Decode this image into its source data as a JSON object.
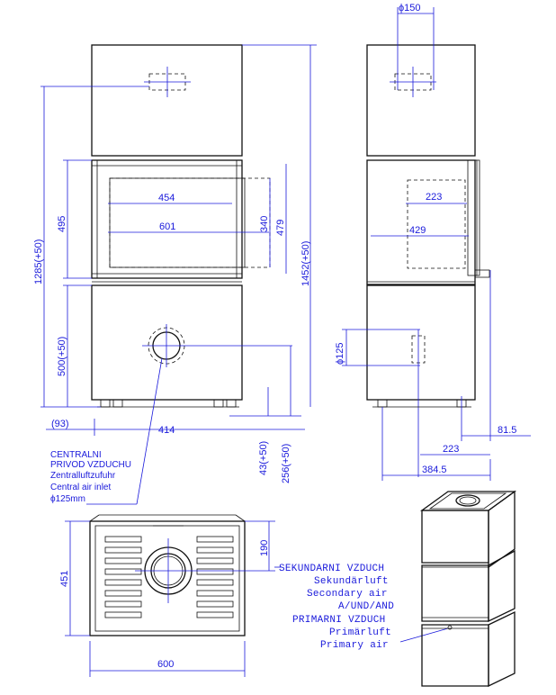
{
  "front_view": {
    "dims": {
      "total_height": "1452(+50)",
      "to_inlet_top": "1285(+50)",
      "door_height": "495",
      "base_height": "500(+50)",
      "glass_width_inner": "454",
      "glass_width_outer": "601",
      "glass_height_inner": "340",
      "glass_height_outer": "479",
      "left_offset": "(93)",
      "inlet_offset": "414",
      "feet_height": "43(+50)",
      "inlet_height": "256(+50)"
    },
    "inlet_note": {
      "line1": "CENTRALNI",
      "line2": "PRIVOD VZDUCHU",
      "line3": "Zentralluftzufuhr",
      "line4": "Central air inlet",
      "line5": "ϕ125mm"
    }
  },
  "side_view": {
    "dims": {
      "flue_diameter": "ϕ150",
      "glass_inner": "223",
      "glass_outer": "429",
      "inlet_diameter": "ϕ125",
      "right_offset": "81.5",
      "inlet_offset": "223",
      "total_depth": "384.5"
    }
  },
  "top_view": {
    "dims": {
      "depth": "451",
      "width": "600",
      "inlet_offset": "190"
    }
  },
  "air_legend": {
    "line1": "SEKUNDARNI VZDUCH",
    "line2": "Sekundärluft",
    "line3": "Secondary air",
    "line4": "A/UND/AND",
    "line5": "PRIMARNI VZDUCH",
    "line6": "Primärluft",
    "line7": "Primary air"
  },
  "colors": {
    "dimension": "#1a1adb",
    "outline": "#111111"
  }
}
